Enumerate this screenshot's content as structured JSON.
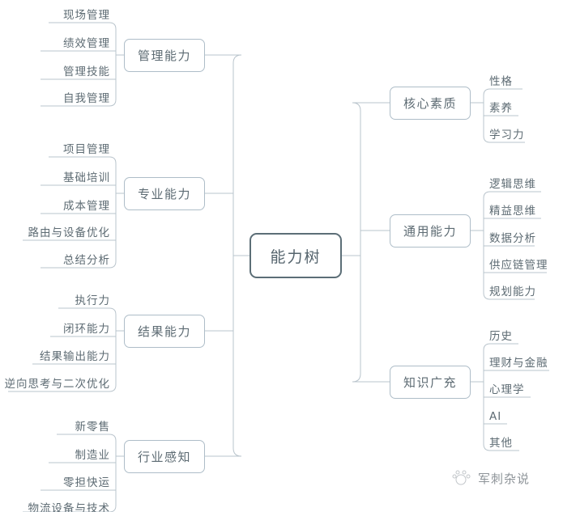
{
  "title": "能力树",
  "colors": {
    "root_border": "#5c6e77",
    "branch_border": "#aebdc8",
    "wire": "#b9c4cc",
    "text": "#5d6b73",
    "background": "#ffffff",
    "watermark_text": "#8e9499"
  },
  "root": {
    "label": "能力树"
  },
  "left_branches": [
    {
      "label": "管理能力",
      "leaves": [
        "现场管理",
        "绩效管理",
        "管理技能",
        "自我管理"
      ]
    },
    {
      "label": "专业能力",
      "leaves": [
        "项目管理",
        "基础培训",
        "成本管理",
        "路由与设备优化",
        "总结分析"
      ]
    },
    {
      "label": "结果能力",
      "leaves": [
        "执行力",
        "闭环能力",
        "结果输出能力",
        "逆向思考与二次优化"
      ]
    },
    {
      "label": "行业感知",
      "leaves": [
        "新零售",
        "制造业",
        "零担快运",
        "物流设备与技术"
      ]
    }
  ],
  "right_branches": [
    {
      "label": "核心素质",
      "leaves": [
        "性格",
        "素养",
        "学习力"
      ]
    },
    {
      "label": "通用能力",
      "leaves": [
        "逻辑思维",
        "精益思维",
        "数据分析",
        "供应链管理",
        "规划能力"
      ]
    },
    {
      "label": "知识广充",
      "leaves": [
        "历史",
        "理财与金融",
        "心理学",
        "AI",
        "其他"
      ]
    }
  ],
  "watermark": {
    "label": "军刺杂说",
    "icon": "paw-logo-icon"
  }
}
